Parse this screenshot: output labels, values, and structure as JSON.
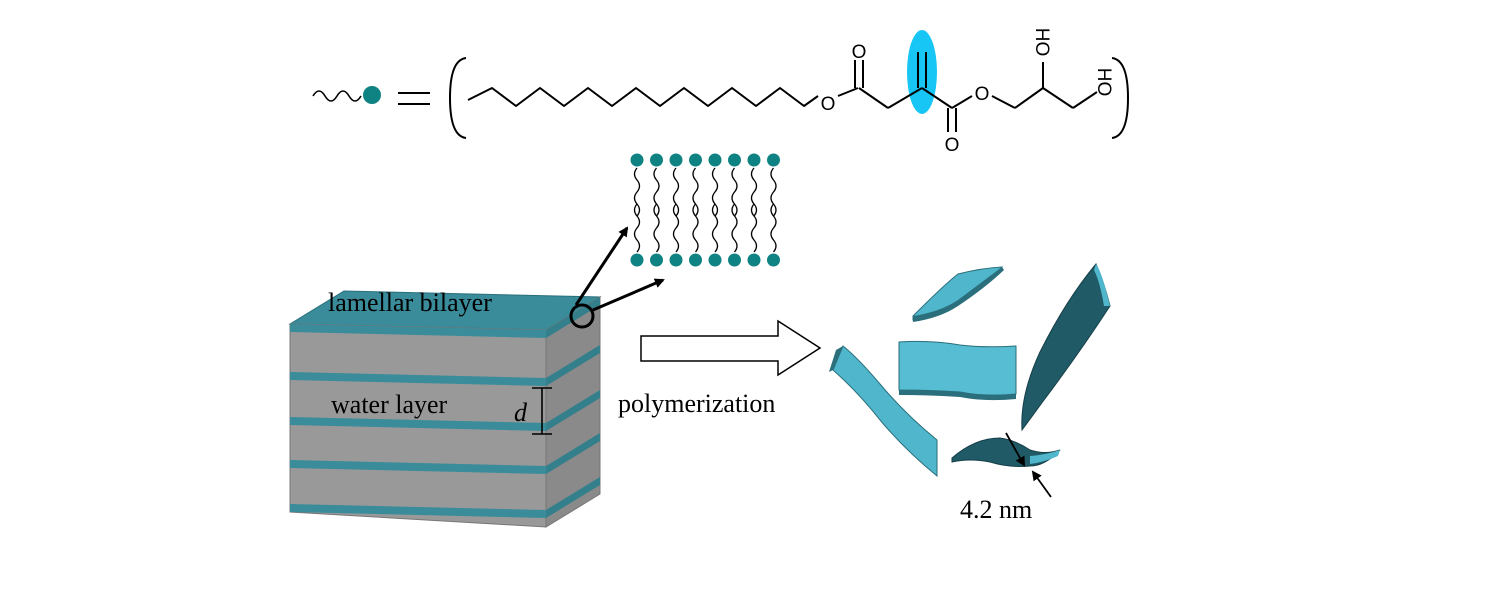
{
  "molecule": {
    "atom_o_ester1": "O",
    "atom_o_carbonyl1": "O",
    "atom_o_ester2": "O",
    "atom_o_carbonyl2": "O",
    "atom_oh1": "HO",
    "atom_oh2": "HO",
    "highlight_color": "#17c6f5"
  },
  "labels": {
    "lamellar": "lamellar bilayer",
    "water": "water layer",
    "spacing": "d",
    "process": "polymerization",
    "thickness": "4.2 nm"
  },
  "colors": {
    "lipid_head": "#0f8383",
    "bilayer": "#3a8c9a",
    "water": "#999999",
    "sheet": "#4fb6cc"
  },
  "bilayer_figure": {
    "heads_per_row": 8
  },
  "icons": [
    "lipid-legend-icon",
    "magnifier-circle-icon",
    "right-arrow-icon",
    "pointer-arrow-icon"
  ]
}
